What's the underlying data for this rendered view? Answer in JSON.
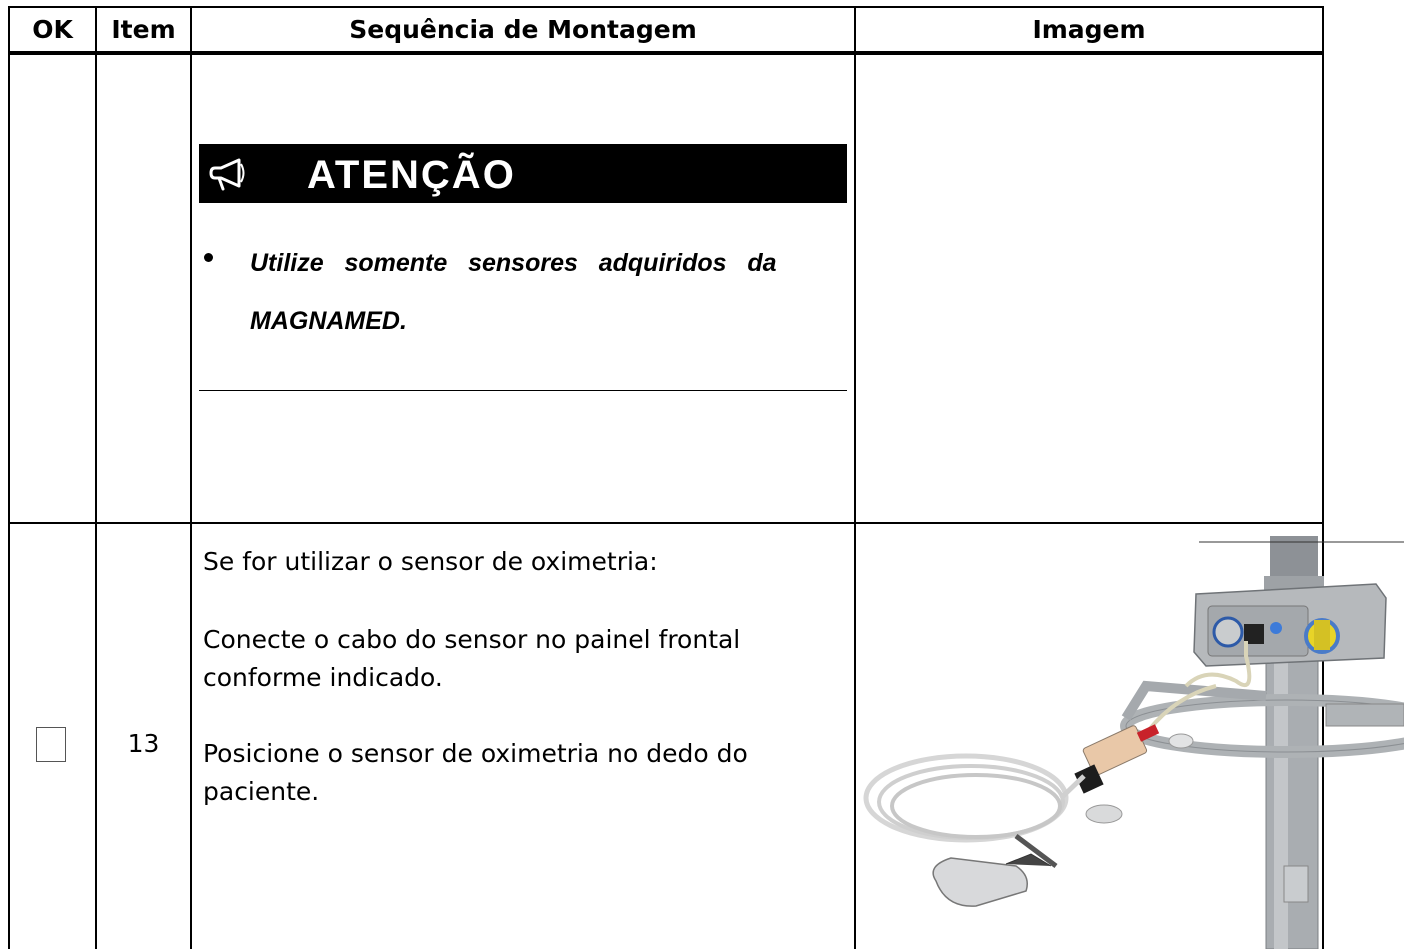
{
  "header": {
    "ok": "OK",
    "item": "Item",
    "sequence": "Sequência de Montagem",
    "image": "Imagem"
  },
  "warning_row": {
    "title": "ATENÇÃO",
    "icon": "megaphone-icon",
    "bullet_line1": "Utilize   somente   sensores   adquiridos   da",
    "bullet_line2": "MAGNAMED."
  },
  "step_row": {
    "item_number": "13",
    "checkbox_checked": false,
    "line1": "Se for utilizar o sensor de oximetria:",
    "line2a": "Conecte o cabo do sensor no painel frontal",
    "line2b": "conforme indicado.",
    "line3a": "Posicione o sensor de oximetria no dedo do",
    "line3b": "paciente.",
    "image_description_icon": "oximetry-sensor-illustration"
  }
}
